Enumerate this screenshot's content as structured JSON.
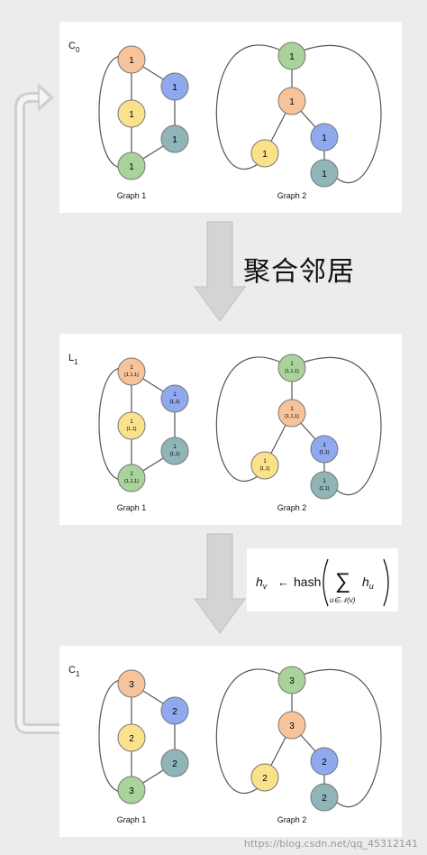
{
  "panels": {
    "c0": {
      "label_main": "C",
      "label_sub": "0",
      "graph1": {
        "caption": "Graph 1",
        "nodes": [
          "1",
          "1",
          "1",
          "1",
          "1"
        ],
        "subs": [
          "",
          "",
          "",
          "",
          ""
        ]
      },
      "graph2": {
        "caption": "Graph 2",
        "nodes": [
          "1",
          "1",
          "1",
          "1",
          "1"
        ],
        "subs": [
          "",
          "",
          "",
          "",
          ""
        ]
      }
    },
    "l1": {
      "label_main": "L",
      "label_sub": "1",
      "graph1": {
        "caption": "Graph 1",
        "nodes": [
          "1",
          "1",
          "1",
          "1",
          "1"
        ],
        "subs": [
          "{1,1,1}",
          "{1,1}",
          "{1,1}",
          "{1,1}",
          "{1,1,1}"
        ]
      },
      "graph2": {
        "caption": "Graph 2",
        "nodes": [
          "1",
          "1",
          "1",
          "1",
          "1"
        ],
        "subs": [
          "{1,1,1}",
          "{1,1,1}",
          "{1,1}",
          "{1,1}",
          "{1,1}"
        ]
      }
    },
    "c1": {
      "label_main": "C",
      "label_sub": "1",
      "graph1": {
        "caption": "Graph 1",
        "nodes": [
          "3",
          "2",
          "2",
          "2",
          "3"
        ],
        "subs": [
          "",
          "",
          "",
          "",
          ""
        ]
      },
      "graph2": {
        "caption": "Graph 2",
        "nodes": [
          "3",
          "3",
          "2",
          "2",
          "2"
        ],
        "subs": [
          "",
          "",
          "",
          "",
          ""
        ]
      }
    }
  },
  "aggregate_label": "聚合邻居",
  "formula": {
    "lhs": "h",
    "lhs_sub": "v",
    "arrow": "←",
    "func": "hash",
    "sum": "∑",
    "sum_sub": "u∈𝒩(v)",
    "term": "h",
    "term_sub": "u"
  },
  "watermark": "https://blog.csdn.net/qq_45312141",
  "colors": {
    "orange": "#f6c39a",
    "yellow": "#fbe28a",
    "green": "#a9d39b",
    "blue": "#8fa8ee",
    "teal": "#8fb5b8",
    "edge": "#555555",
    "arrow": "#d4d4d4"
  }
}
